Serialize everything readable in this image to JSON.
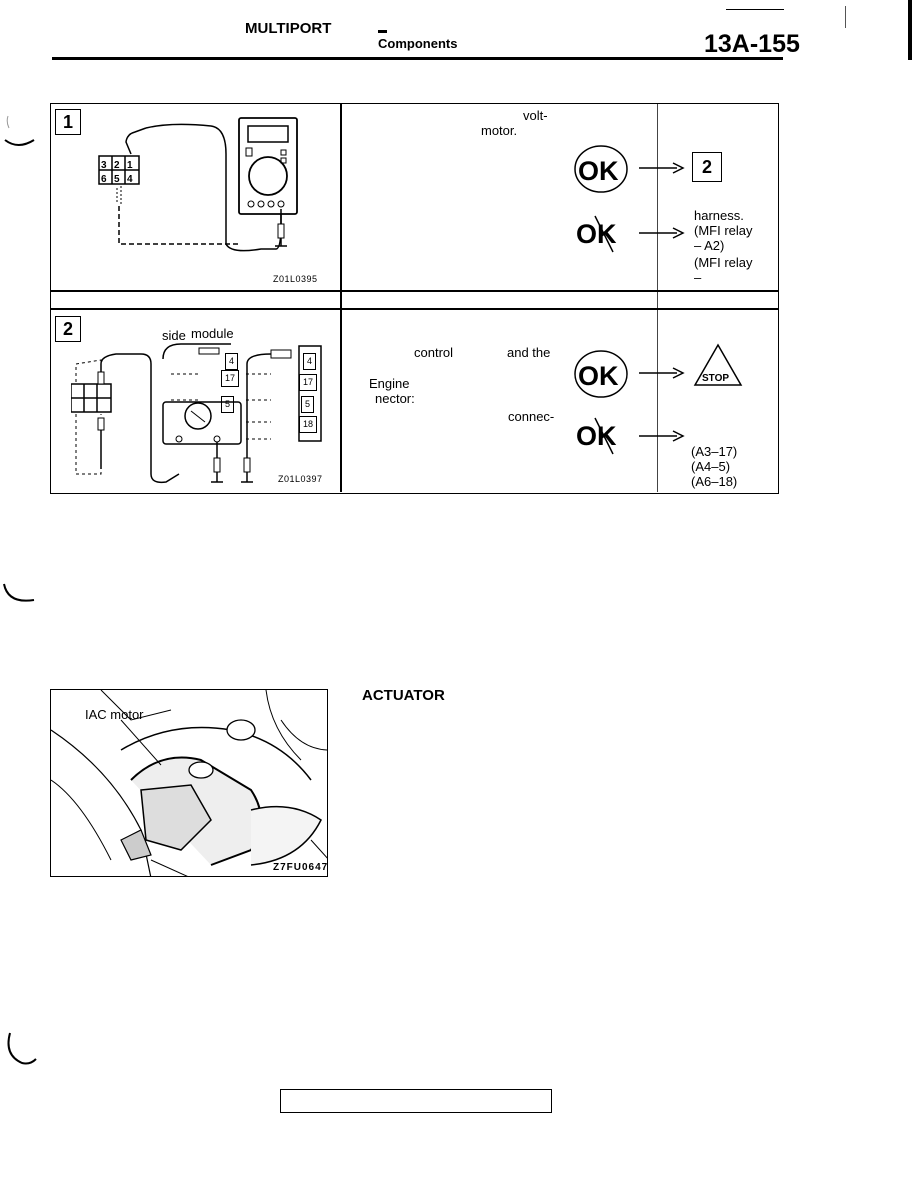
{
  "header": {
    "left": "MULTIPORT",
    "middle": "Components",
    "page_number": "13A-155"
  },
  "step1": {
    "number": "1",
    "figure_code": "Z01L0395",
    "desc_line1": "volt-",
    "desc_line2": "motor.",
    "ok_label": "OK",
    "next_step": "2",
    "ng_label": "OK",
    "ng_line1": "harness.",
    "ng_line2": "(MFI relay",
    "ng_line3": "– A2)",
    "ng_line4": "(MFI relay",
    "ng_line5": "–",
    "connector_pins": [
      "3",
      "2",
      "1",
      "6",
      "5",
      "4"
    ]
  },
  "step2": {
    "number": "2",
    "side_label": "side",
    "module_label": "module",
    "figure_code": "Z01L0397",
    "pin_labels": [
      "4",
      "17",
      "5",
      "18"
    ],
    "desc_control": "control",
    "desc_andthe": "and the",
    "desc_engine": "Engine",
    "desc_nector": "nector:",
    "desc_connec": "connec-",
    "ok_label": "OK",
    "stop_label": "STOP",
    "ng_label": "OK",
    "ng_line1": "(A3–17)",
    "ng_line2": "(A4–5)",
    "ng_line3": "(A6–18)"
  },
  "lower": {
    "actuator_title": "ACTUATOR",
    "photo_label": "IAC motor",
    "photo_code": "Z7FU0647"
  }
}
